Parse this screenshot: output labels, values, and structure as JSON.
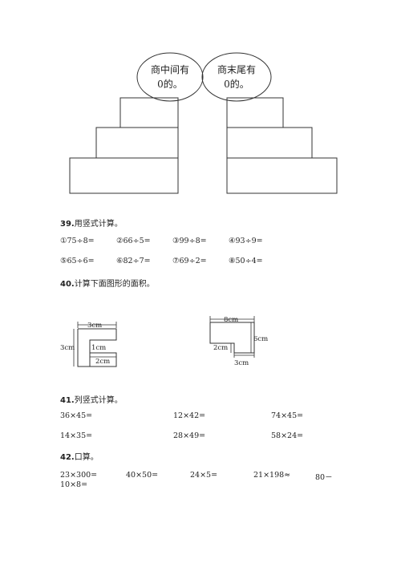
{
  "diagram": {
    "left_label_line1": "商中间有",
    "left_label_line2": "0的。",
    "right_label_line1": "商末尾有",
    "right_label_line2": "0的。"
  },
  "q39": {
    "number": "39.",
    "title": "用竖式计算。",
    "items": [
      "①75÷8=",
      "②66÷5=",
      "③99÷8=",
      "④93÷9=",
      "⑤65÷6=",
      "⑥82÷7=",
      "⑦69÷2=",
      "⑧50÷4="
    ]
  },
  "q40": {
    "number": "40.",
    "title": "计算下面图形的面积。",
    "fig1": {
      "top": "3cm",
      "left": "3cm",
      "inner": "1cm",
      "bottom": "2cm"
    },
    "fig2": {
      "top": "8cm",
      "right": "6cm",
      "left": "2cm",
      "bottom": "3cm"
    }
  },
  "q41": {
    "number": "41.",
    "title": "列竖式计算。",
    "items": [
      "36×45=",
      "12×42=",
      "74×45=",
      "14×35=",
      "28×49=",
      "58×24="
    ]
  },
  "q42": {
    "number": "42.",
    "title": "口算。",
    "items": [
      "23×300=",
      "40×50=",
      "24×5=",
      "21×198≈",
      "80－"
    ],
    "wrap": "10×8="
  }
}
